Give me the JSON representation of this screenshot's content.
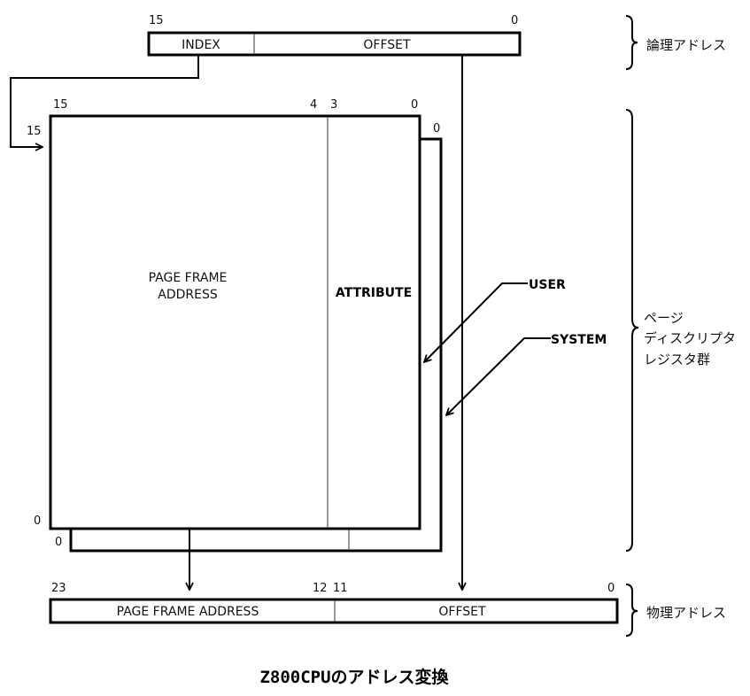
{
  "logical": {
    "bit_high": "15",
    "bit_low": "0",
    "index_label": "INDEX",
    "offset_label": "OFFSET",
    "brace_label": "論理アドレス"
  },
  "descriptor": {
    "bit_15": "15",
    "bit_4": "4",
    "bit_3": "3",
    "bit_0": "0",
    "row_top": "15",
    "row_bottom": "0",
    "back_row_top": "0",
    "back_row_bottom": "0",
    "page_frame_line1": "PAGE FRAME",
    "page_frame_line2": "ADDRESS",
    "attribute_label": "ATTRIBUTE",
    "user_label": "USER",
    "system_label": "SYSTEM",
    "brace_label_lines": [
      "ページ",
      "ディスクリプタ",
      "レジスタ群"
    ]
  },
  "physical": {
    "bit_23": "23",
    "bit_12": "12",
    "bit_11": "11",
    "bit_0": "0",
    "page_frame_label": "PAGE FRAME ADDRESS",
    "offset_label": "OFFSET",
    "brace_label": "物理アドレス"
  },
  "title": "Z800CPUのアドレス変換"
}
